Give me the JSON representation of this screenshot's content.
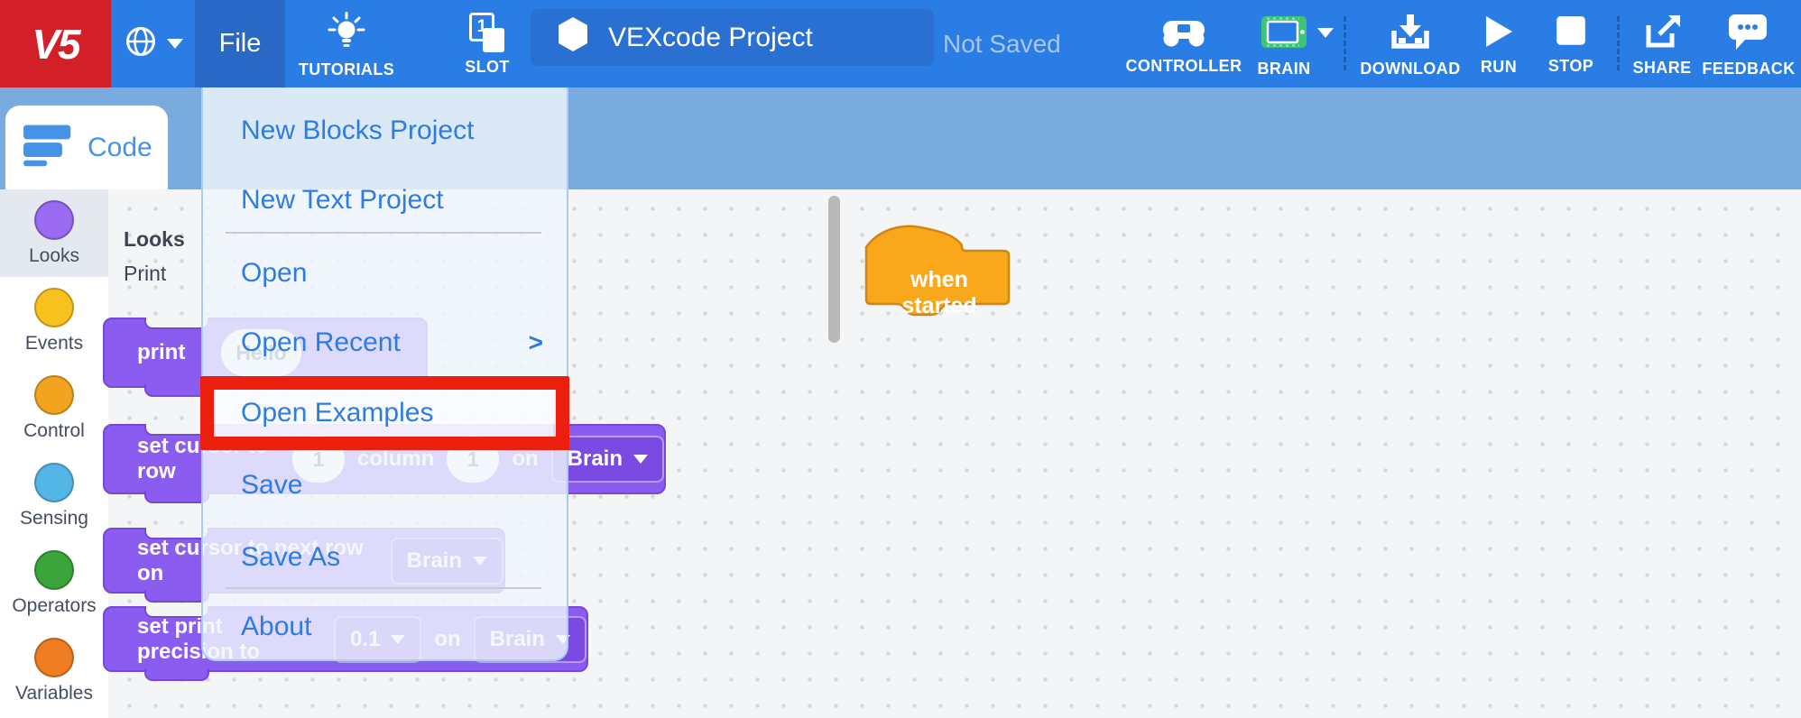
{
  "topbar": {
    "logo": "V5",
    "file_label": "File",
    "tutorials_label": "TUTORIALS",
    "slot_label": "SLOT",
    "slot_number": "1",
    "project_name": "VEXcode Project",
    "save_status": "Not Saved",
    "controller_label": "CONTROLLER",
    "brain_label": "BRAIN",
    "download_label": "DOWNLOAD",
    "run_label": "RUN",
    "stop_label": "STOP",
    "share_label": "SHARE",
    "feedback_label": "FEEDBACK"
  },
  "subbar": {
    "code_tab_label": "Code",
    "help_glyph": "?"
  },
  "file_menu": {
    "items": [
      {
        "label": "New Blocks Project"
      },
      {
        "label": "New Text Project"
      },
      {
        "label": "Open"
      },
      {
        "label": "Open Recent",
        "submenu_arrow": ">"
      },
      {
        "label": "Open Examples",
        "highlighted": true
      },
      {
        "label": "Save"
      },
      {
        "label": "Save As"
      },
      {
        "label": "About"
      }
    ]
  },
  "sidebar": {
    "items": [
      {
        "label": "Looks",
        "color": "#9a6af0",
        "selected": true
      },
      {
        "label": "Events",
        "color": "#f7c11e",
        "selected": false
      },
      {
        "label": "Control",
        "color": "#f2a31f",
        "selected": false
      },
      {
        "label": "Sensing",
        "color": "#53b6e6",
        "selected": false
      },
      {
        "label": "Operators",
        "color": "#3aa43a",
        "selected": false
      },
      {
        "label": "Variables",
        "color": "#ef7d21",
        "selected": false
      }
    ]
  },
  "palette": {
    "category_header": "Looks",
    "section_label": "Print",
    "blocks": {
      "print": {
        "label": "print",
        "value": "Hello"
      },
      "set_cursor_rc": {
        "t1": "set cursor to row",
        "v1": "1",
        "t2": "column",
        "v2": "1",
        "t3": "on",
        "dropdown": "Brain"
      },
      "set_cursor_next": {
        "t1": "set cursor to next row on",
        "dropdown": "Brain"
      },
      "set_precision": {
        "t1": "set print precision to",
        "dropdown1": "0.1",
        "t2": "on",
        "dropdown2": "Brain"
      }
    }
  },
  "canvas": {
    "hat_block_label": "when started"
  },
  "icons": {
    "v5-logo": "V5 red square",
    "globe-icon": "circle with meridians",
    "lightbulb-icon": "bulb with rays",
    "slot-icon": "page with number 1",
    "hexagon-icon": "white hexagon",
    "controller-icon": "gamepad",
    "brain-icon": "green V5 brain screen",
    "download-icon": "arrow into tray",
    "run-icon": "play triangle",
    "stop-icon": "square",
    "share-icon": "box with outgoing arrow",
    "feedback-icon": "speech bubble with dots",
    "code-blocks-icon": "stacked blocks",
    "code-view-icon": "angle brackets",
    "device-icon": "brain device",
    "help-icon": "question mark circle"
  },
  "colors": {
    "topbar_blue": "#2a7de4",
    "file_button_blue": "#2968c5",
    "logo_red": "#d32028",
    "subbar_blue": "#79abde",
    "menu_text_blue": "#2d7ce2",
    "highlight_red": "#ec1f0e",
    "block_purple": "#8a5cf0",
    "hat_orange": "#f9a71b",
    "brain_green": "#3cc478"
  }
}
